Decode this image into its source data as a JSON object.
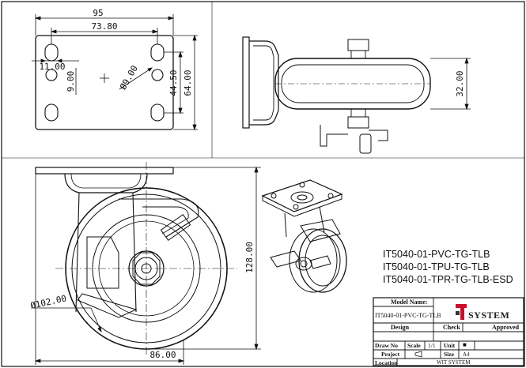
{
  "dimensions": {
    "plate_width": "95",
    "hole_spacing_x": "73.80",
    "slot_length": "11.00",
    "slot_width": "9.00",
    "hole_diameter": "Ø9.00",
    "hole_spacing_y": "44.50",
    "plate_length": "64.00",
    "wheel_width": "32.00",
    "total_height": "128.00",
    "wheel_diameter": "Ø102.00",
    "offset": "86.00"
  },
  "models": [
    "IT5040-01-PVC-TG-TLB",
    "IT5040-01-TPU-TG-TLB",
    "IT5040-01-TPR-TG-TLB-ESD"
  ],
  "title_block": {
    "model_name_label": "Model Name:",
    "model_name_value": "IT5040-01-PVC-TG-TLB",
    "brand": "SYSTEM",
    "design_label": "Design",
    "check_label": "Check",
    "approved_label": "Approved",
    "draw_no_label": "Draw No",
    "scale_label": "Scale",
    "scale_value": "1/1",
    "unit_label": "Unit",
    "unit_value": "■",
    "project_label": "Project",
    "size_label": "Size",
    "size_value": "A4",
    "location_label": "Location",
    "location_value": "WIT SYSTEM"
  },
  "colors": {
    "line": "#111111",
    "brand_red": "#c8102e",
    "brand_dark": "#333333"
  }
}
